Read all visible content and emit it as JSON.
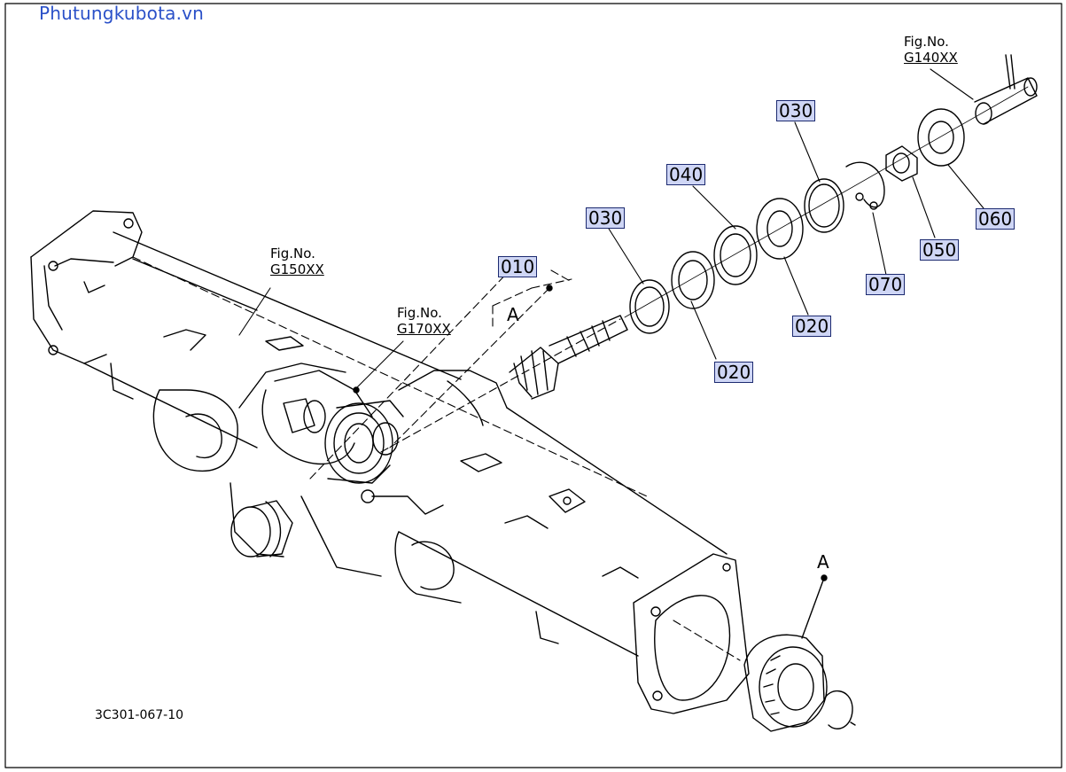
{
  "watermark": "Phutungkubota.vn",
  "drawing_number": "3C301-067-10",
  "figure_refs": [
    {
      "label": "Fig.No.",
      "code": "G140XX"
    },
    {
      "label": "Fig.No.",
      "code": "G150XX"
    },
    {
      "label": "Fig.No.",
      "code": "G170XX"
    }
  ],
  "callouts": [
    "010",
    "020",
    "020",
    "030",
    "030",
    "040",
    "050",
    "060",
    "070"
  ],
  "view_markers": [
    "A",
    "A"
  ],
  "colors": {
    "callout_fill": "#cfd6f5",
    "callout_border": "#1c2a70",
    "watermark": "#2a50c8",
    "line": "#000000"
  }
}
